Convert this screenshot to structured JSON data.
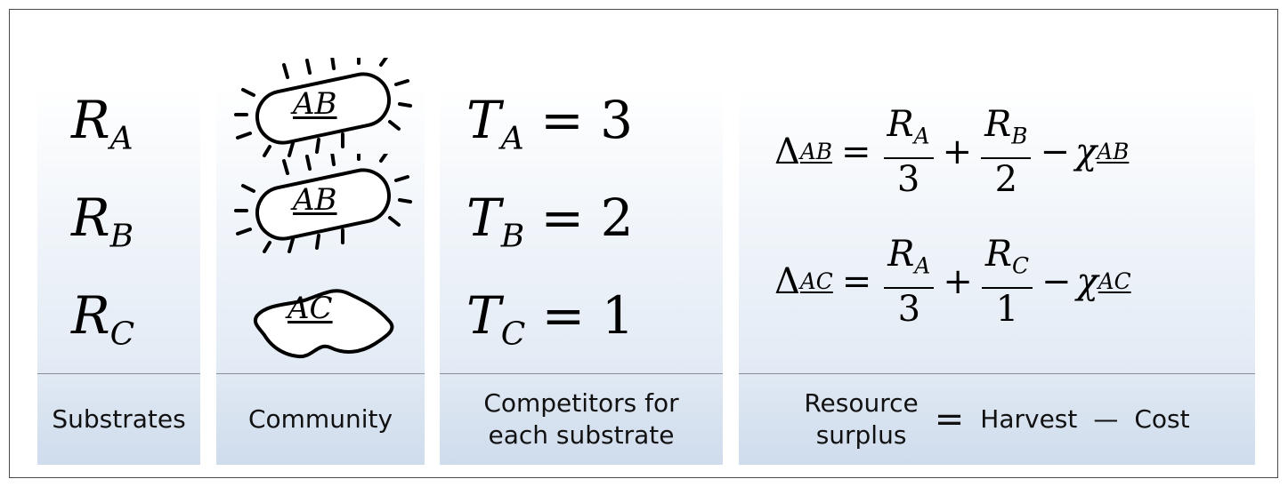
{
  "columns": {
    "substrates": {
      "footer": "Substrates",
      "items": [
        {
          "symbol": "R",
          "subscript": "A"
        },
        {
          "symbol": "R",
          "subscript": "B"
        },
        {
          "symbol": "R",
          "subscript": "C"
        }
      ]
    },
    "community": {
      "footer": "Community",
      "members": [
        {
          "label": "AB",
          "shape": "rod with pili"
        },
        {
          "label": "AB",
          "shape": "rod with pili"
        },
        {
          "label": "AC",
          "shape": "amoeboid"
        }
      ]
    },
    "competitors": {
      "footer_line1": "Competitors for",
      "footer_line2": "each substrate",
      "items": [
        {
          "symbol": "T",
          "subscript": "A",
          "value": "3"
        },
        {
          "symbol": "T",
          "subscript": "B",
          "value": "2"
        },
        {
          "symbol": "T",
          "subscript": "C",
          "value": "1"
        }
      ]
    },
    "surplus": {
      "footer_word1_line1": "Resource",
      "footer_word1_line2": "surplus",
      "footer_eq": "=",
      "footer_harvest": "Harvest",
      "footer_minus": "—",
      "footer_cost": "Cost",
      "equations": [
        {
          "delta": "Δ",
          "delta_sub": "AB",
          "eq": "=",
          "term1_num": "R",
          "term1_num_sub": "A",
          "term1_den": "3",
          "plus": "+",
          "term2_num": "R",
          "term2_num_sub": "B",
          "term2_den": "2",
          "minus": "−",
          "chi": "χ",
          "chi_sub": "AB"
        },
        {
          "delta": "Δ",
          "delta_sub": "AC",
          "eq": "=",
          "term1_num": "R",
          "term1_num_sub": "A",
          "term1_den": "3",
          "plus": "+",
          "term2_num": "R",
          "term2_num_sub": "C",
          "term2_den": "1",
          "minus": "−",
          "chi": "χ",
          "chi_sub": "AC"
        }
      ]
    }
  },
  "colors": {
    "panel_top": "#ffffff",
    "panel_bottom": "#cfdcec",
    "ink": "#000000"
  }
}
